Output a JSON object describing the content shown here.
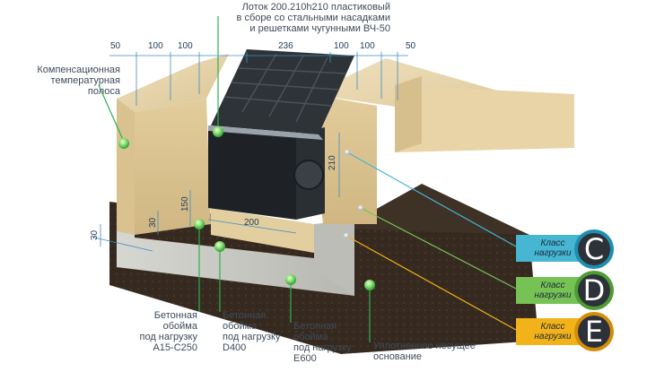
{
  "labels": {
    "top_title": [
      "Лоток 200.210h210 пластиковый",
      "в сборе со стальными насадками",
      "и решетками чугунными ВЧ-50"
    ],
    "comp_strip": [
      "Компенсационная",
      "температурная",
      "полоса"
    ],
    "beton_a15": [
      "Бетонная",
      "обойма",
      "под нагрузку",
      "A15-C250"
    ],
    "beton_d400": [
      "Бетонная",
      "обойма",
      "под нагрузку",
      "D400"
    ],
    "beton_e600": [
      "Бетонная",
      "обойма",
      "под нагрузку",
      "E600"
    ],
    "base": [
      "Уплотненное несущее",
      "основание"
    ]
  },
  "dimensions": {
    "top_50_left": "50",
    "top_100_a": "100",
    "top_100_b": "100",
    "top_236": "236",
    "top_100_c": "100",
    "top_100_d": "100",
    "top_50_right": "50",
    "h_210": "210",
    "h_150": "150",
    "h_30_inner": "30",
    "h_30_outer": "30",
    "w_200": "200"
  },
  "badges": [
    {
      "text": [
        "Класс",
        "нагрузки"
      ],
      "letter": "C",
      "color": "#46b6d3",
      "ring": "#1f8fb0"
    },
    {
      "text": [
        "Класс",
        "нагрузки"
      ],
      "letter": "D",
      "color": "#77c255",
      "ring": "#4f9c36"
    },
    {
      "text": [
        "Класс",
        "нагрузки"
      ],
      "letter": "E",
      "color": "#f2b21a",
      "ring": "#d48d0b"
    }
  ],
  "colors": {
    "sand": "#e6d2a8",
    "concrete": "#c9c9c4",
    "soil": "#35291f",
    "grate": "#2e3338",
    "accent_green": "#2bb24c"
  }
}
